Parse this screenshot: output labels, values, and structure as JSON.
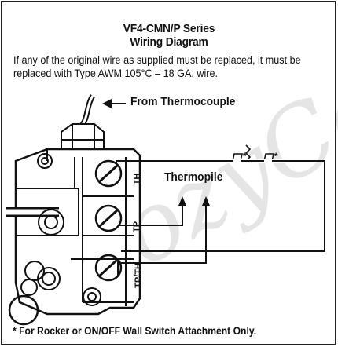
{
  "diagram": {
    "title_line1": "VF4-CMN/P Series",
    "title_line2": "Wiring Diagram",
    "instruction": "If any of the original wire as supplied must be replaced, it must be replaced with Type AWM 105°C – 18 GA. wire.",
    "labels": {
      "from_thermocouple": "From Thermocouple",
      "thermopile": "Thermopile",
      "switch_marker_left": "*",
      "switch_marker_right": "*"
    },
    "terminals": {
      "th": "TH",
      "tp": "TP",
      "tpth": "TP/TH"
    },
    "footnote": "* For Rocker or ON/OFF Wall Switch Attachment Only.",
    "watermark": "CozyCabin"
  }
}
